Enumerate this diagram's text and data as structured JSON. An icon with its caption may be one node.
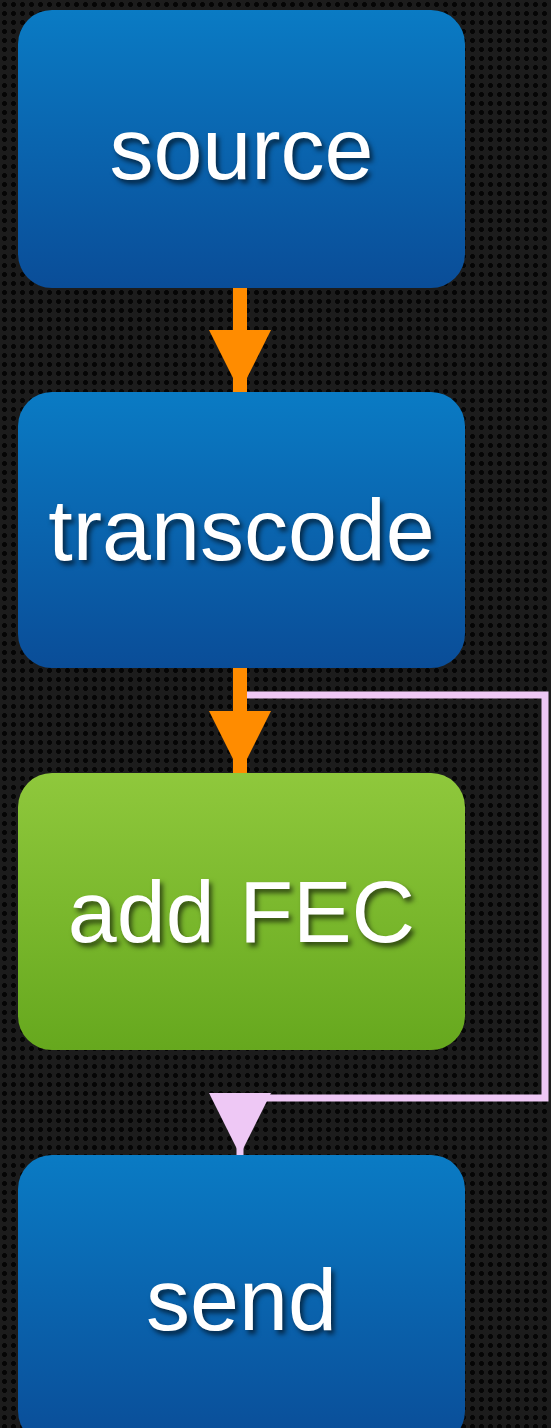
{
  "diagram": {
    "nodes": [
      {
        "text": [
          "source"
        ]
      },
      {
        "text": [
          "transcode"
        ]
      },
      {
        "text": [
          "add FEC"
        ]
      },
      {
        "text": [
          "send"
        ]
      }
    ],
    "edges": [
      {
        "from": 0,
        "to": 1,
        "arrow": "to"
      },
      {
        "from": 1,
        "to": 2,
        "arrow": "to"
      },
      {
        "from": 1,
        "to": 3,
        "arrow": "to",
        "color": "#eec8f5"
      }
    ]
  }
}
